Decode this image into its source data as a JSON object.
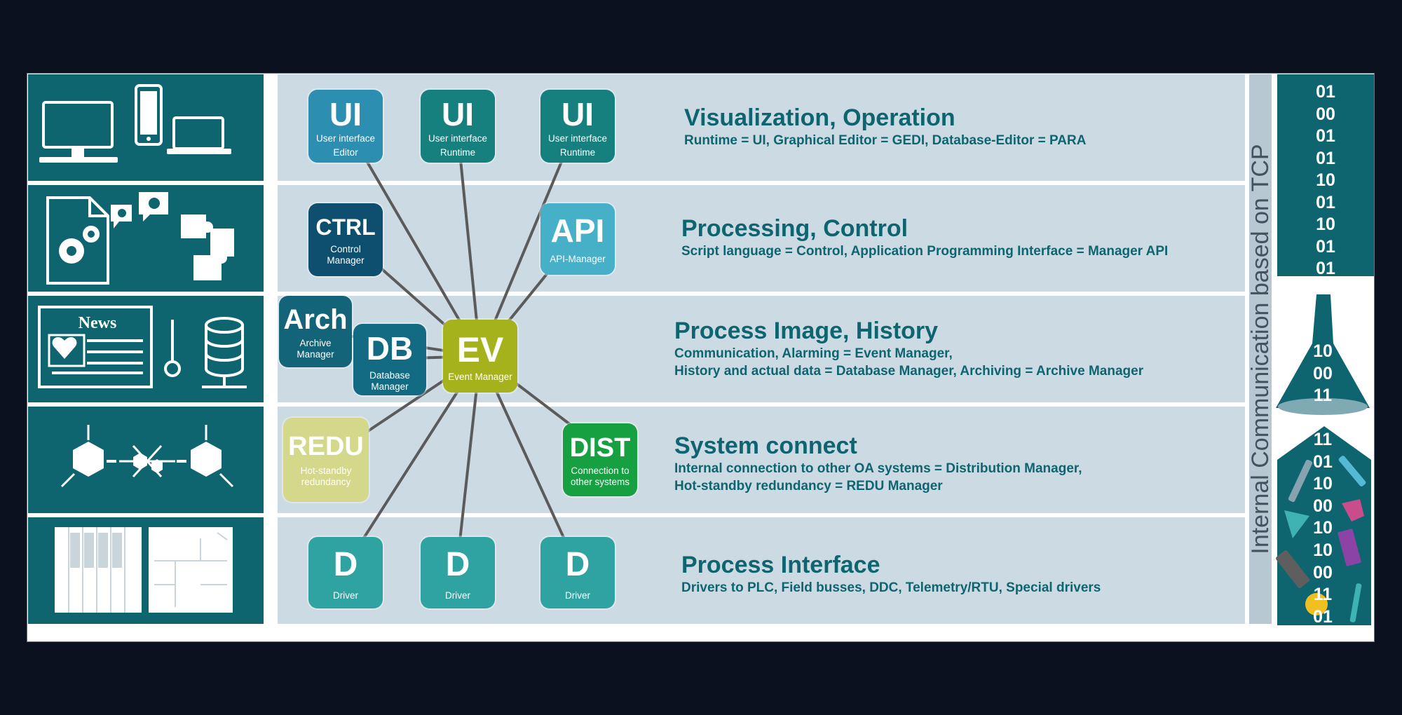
{
  "diagram": {
    "side_label": "Internal Communication based on TCP",
    "bits_top": [
      "01",
      "00",
      "01",
      "01",
      "10",
      "01",
      "10",
      "01",
      "01"
    ],
    "bits_funnel": [
      "10",
      "00",
      "11"
    ],
    "bits_bottom": [
      "11",
      "01",
      "10",
      "00",
      "10",
      "10",
      "00",
      "11",
      "01"
    ],
    "colors": {
      "teal_panel": "#0e6570",
      "row_background": "#ccdbe3",
      "heading_text": "#0e6570",
      "event_manager": "#a6b21c",
      "ui_editor": "#2c8eb0",
      "ui_runtime": "#15807e",
      "control": "#0e4e6e",
      "api": "#45b0c8",
      "archive": "#136478",
      "database": "#136b83",
      "redu": "#d3d88a",
      "dist": "#17a042",
      "driver": "#2fa3a2"
    },
    "rows": [
      {
        "icon": "computer-devices-icon",
        "title": "Visualization, Operation",
        "desc": [
          "Runtime = UI, Graphical Editor = GEDI, Database-Editor = PARA"
        ]
      },
      {
        "icon": "gears-puzzle-icon",
        "title": "Processing, Control",
        "desc": [
          "Script language = Control, Application Programming Interface = Manager API"
        ]
      },
      {
        "icon": "news-thermometer-database-icon",
        "news_label": "News",
        "title": "Process Image, History",
        "desc": [
          "Communication, Alarming = Event Manager,",
          "History and actual data = Database Manager, Archiving = Archive Manager"
        ]
      },
      {
        "icon": "network-cubes-icon",
        "title": "System connect",
        "desc": [
          "Internal connection to other OA systems = Distribution Manager,",
          "Hot-standby redundancy = REDU Manager"
        ]
      },
      {
        "icon": "plc-hardware-icon",
        "title": "Process Interface",
        "desc": [
          "Drivers to PLC, Field busses, DDC, Telemetry/RTU, Special drivers"
        ]
      }
    ],
    "nodes": {
      "ui_editor": {
        "abbr": "UI",
        "label": [
          "User interface",
          "Editor"
        ]
      },
      "ui_runtime_1": {
        "abbr": "UI",
        "label": [
          "User interface",
          "Runtime"
        ]
      },
      "ui_runtime_2": {
        "abbr": "UI",
        "label": [
          "User interface",
          "Runtime"
        ]
      },
      "ctrl": {
        "abbr": "CTRL",
        "label": [
          "Control",
          "Manager"
        ]
      },
      "api": {
        "abbr": "API",
        "label": [
          "API-Manager"
        ]
      },
      "arch": {
        "abbr": "Arch",
        "label": [
          "Archive",
          "Manager"
        ]
      },
      "db": {
        "abbr": "DB",
        "label": [
          "Database",
          "Manager"
        ]
      },
      "ev": {
        "abbr": "EV",
        "label": [
          "Event Manager"
        ]
      },
      "redu": {
        "abbr": "REDU",
        "label": [
          "Hot-standby",
          "redundancy"
        ]
      },
      "dist": {
        "abbr": "DIST",
        "label": [
          "Connection to",
          "other systems"
        ]
      },
      "driver_1": {
        "abbr": "D",
        "label": [
          "Driver"
        ]
      },
      "driver_2": {
        "abbr": "D",
        "label": [
          "Driver"
        ]
      },
      "driver_3": {
        "abbr": "D",
        "label": [
          "Driver"
        ]
      }
    }
  }
}
